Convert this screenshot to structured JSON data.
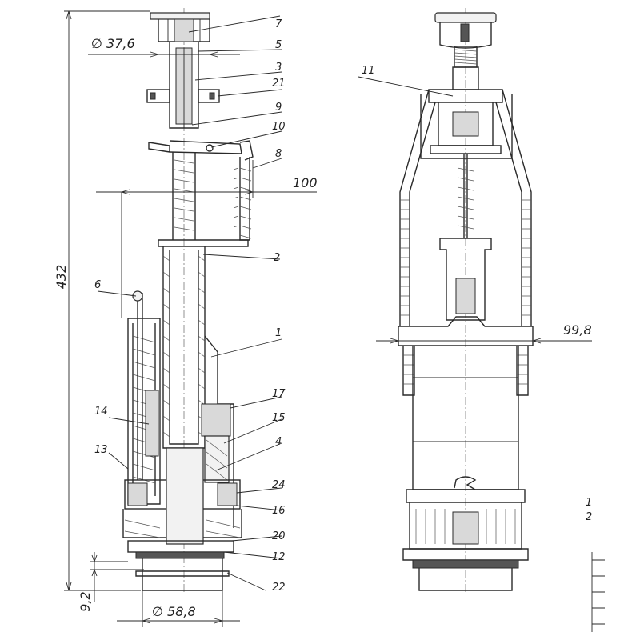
{
  "dimensions": {
    "overall_height": "432",
    "button_diameter": "∅ 37,6",
    "arm_reach": "100",
    "cylinder_width": "99,8",
    "base_offset": "9,2",
    "outlet_diameter": "∅ 58,8"
  },
  "leaders": [
    "7",
    "5",
    "3",
    "21",
    "9",
    "10",
    "8",
    "2",
    "1",
    "6",
    "17",
    "15",
    "4",
    "24",
    "16",
    "20",
    "12",
    "22",
    "14",
    "13",
    "11"
  ],
  "side_notes": [
    "1",
    "2"
  ]
}
